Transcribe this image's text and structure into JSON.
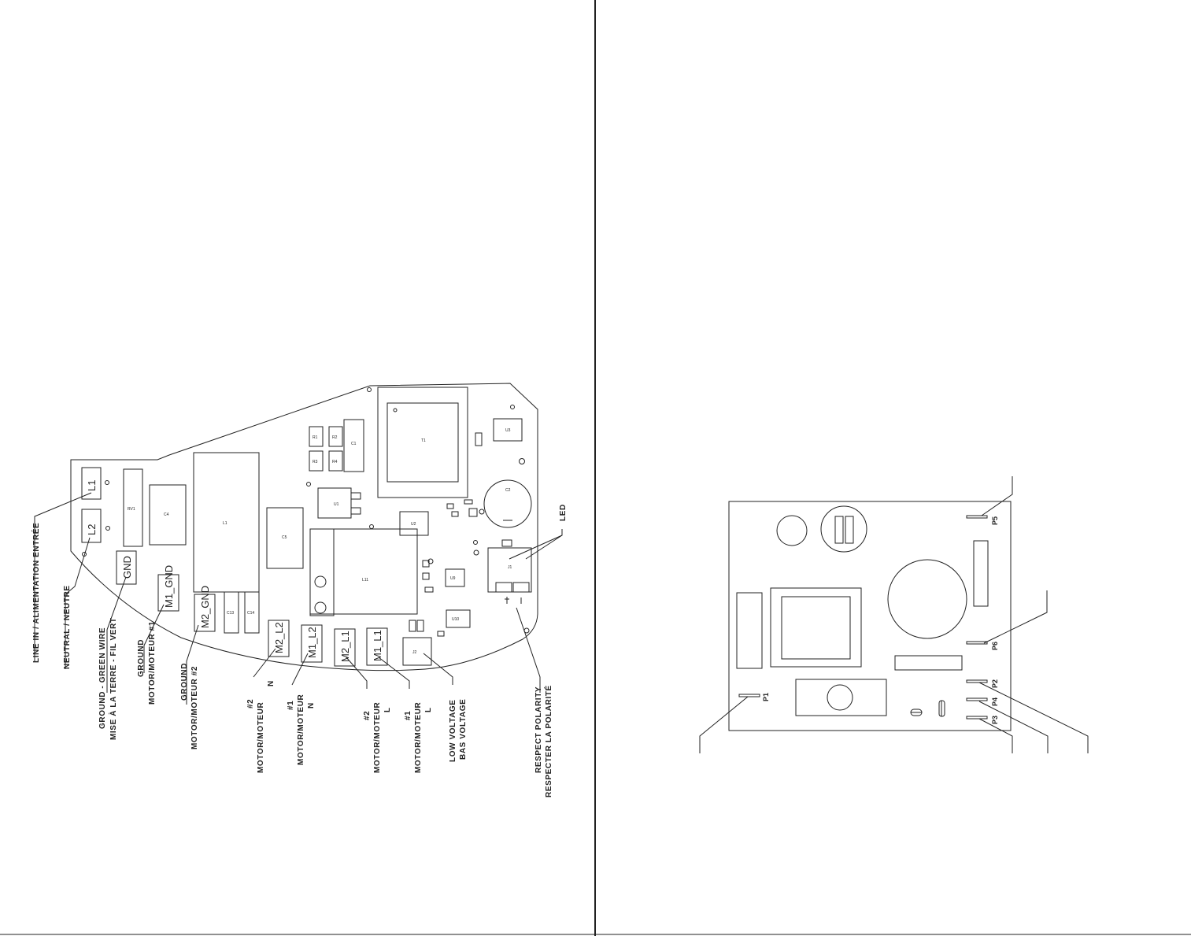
{
  "left_board": {
    "pads": {
      "l1": "L1",
      "l2": "L2",
      "gnd": "GND",
      "m1_gnd": "M1_GND",
      "m2_gnd": "M2_GND",
      "m2_l2": "M2_L2",
      "m1_l2": "M1_L2",
      "m2_l1": "M2_L1",
      "m1_l1": "M1_L1"
    },
    "components": {
      "rv1": "RV1",
      "c4": "C4",
      "l1": "L1",
      "c5": "C5",
      "l11": "L11",
      "t1": "T1",
      "c2": "C2",
      "c1": "C1",
      "r1": "R1",
      "r2": "R2",
      "r3": "R3",
      "r4": "R4",
      "c13": "C13",
      "c14": "C14",
      "u1": "U1",
      "u2": "U2",
      "u3": "U3",
      "u9": "U9",
      "u10": "U10",
      "j1": "J1",
      "j2": "J2"
    },
    "callouts": {
      "line_in": "LINE IN / ALIMENTATION ENTRÉE",
      "neutral": "NEUTRAL / NEUTRE",
      "ground_green_1": "GROUND - GREEN WIRE",
      "ground_green_2": "MISE À LA TERRE - FIL VERT",
      "ground_m1_1": "GROUND",
      "ground_m1_2": "MOTOR/MOTEUR #1",
      "ground_m2_1": "GROUND",
      "ground_m2_2": "MOTOR/MOTEUR #2",
      "m2n_1": "#2",
      "m2n_2": "MOTOR/MOTEUR",
      "m2n_3": "N",
      "m1n_1": "#1",
      "m1n_2": "MOTOR/MOTEUR",
      "m1n_3": "N",
      "m2l_1": "#2",
      "m2l_2": "MOTOR/MOTEUR",
      "m2l_3": "L",
      "m1l_1": "#1",
      "m1l_2": "MOTOR/MOTEUR",
      "m1l_3": "L",
      "low_v_1": "LOW VOLTAGE",
      "low_v_2": "BAS VOLTAGE",
      "polarity_1": "RESPECT POLARITY",
      "polarity_2": "RESPECTER LA POLARITÉ",
      "led": "LED"
    }
  },
  "right_board": {
    "pins": {
      "p1": "P1",
      "p2": "P2",
      "p3": "P3",
      "p4": "P4",
      "p5": "P5",
      "p6": "P6"
    }
  },
  "colors": {
    "ink": "#222222",
    "background": "#ffffff"
  }
}
